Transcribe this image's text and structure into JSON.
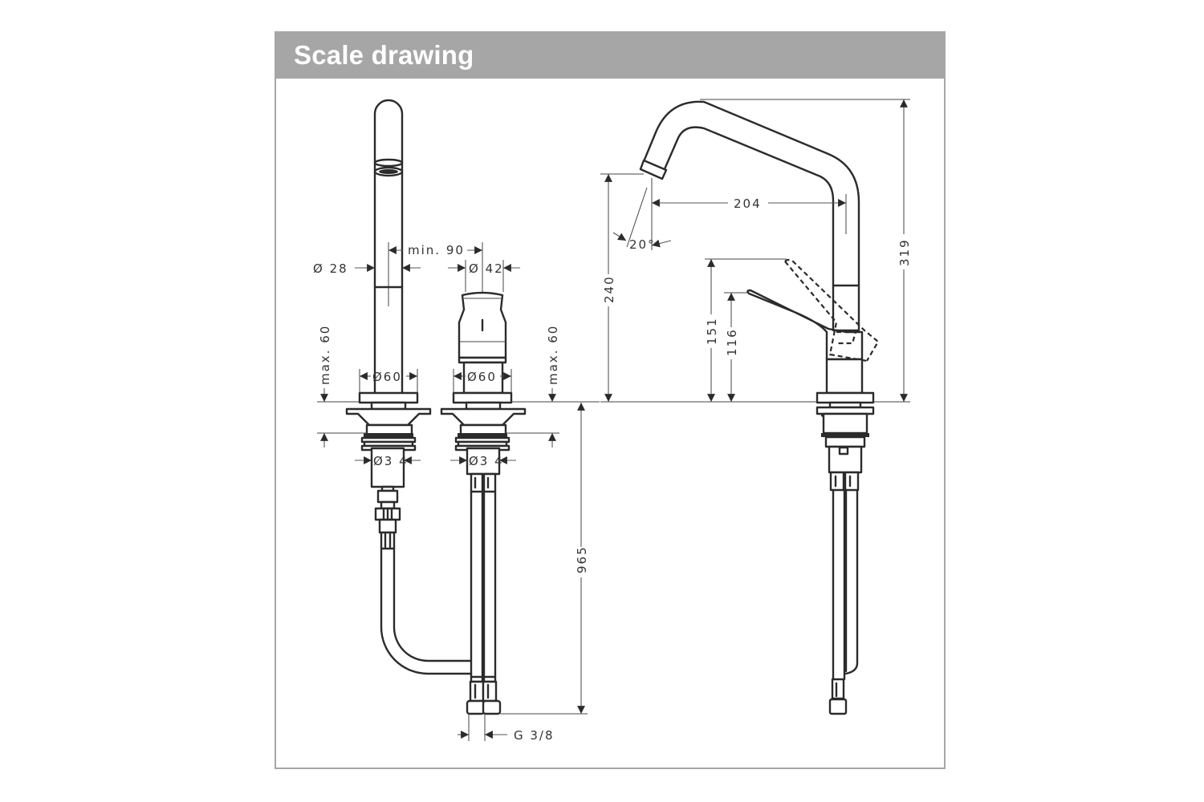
{
  "header": {
    "title": "Scale drawing",
    "bar_color": "#a6a6a6",
    "title_color": "#ffffff"
  },
  "views": {
    "front_spout": {
      "label": "spout-front-view",
      "dimensions": {
        "spout_diameter": "Ø 28",
        "base_diameter": "Ø60",
        "shank_diameter": "Ø3 4",
        "max_deck_thickness": "max. 60"
      }
    },
    "front_handle": {
      "label": "handle-front-view",
      "dimensions": {
        "spacing": "min. 90",
        "handle_diameter": "Ø 42",
        "base_diameter": "Ø60",
        "shank_diameter": "Ø3 4",
        "max_deck_thickness": "max. 60",
        "hose_length": "965",
        "connection_thread": "G 3/8"
      }
    },
    "side_view": {
      "label": "side-view",
      "dimensions": {
        "spout_reach": "204",
        "spout_angle": "20°",
        "spout_outlet_height": "240",
        "total_height": "319",
        "lever_open_height": "151",
        "lever_closed_height": "116"
      }
    }
  }
}
